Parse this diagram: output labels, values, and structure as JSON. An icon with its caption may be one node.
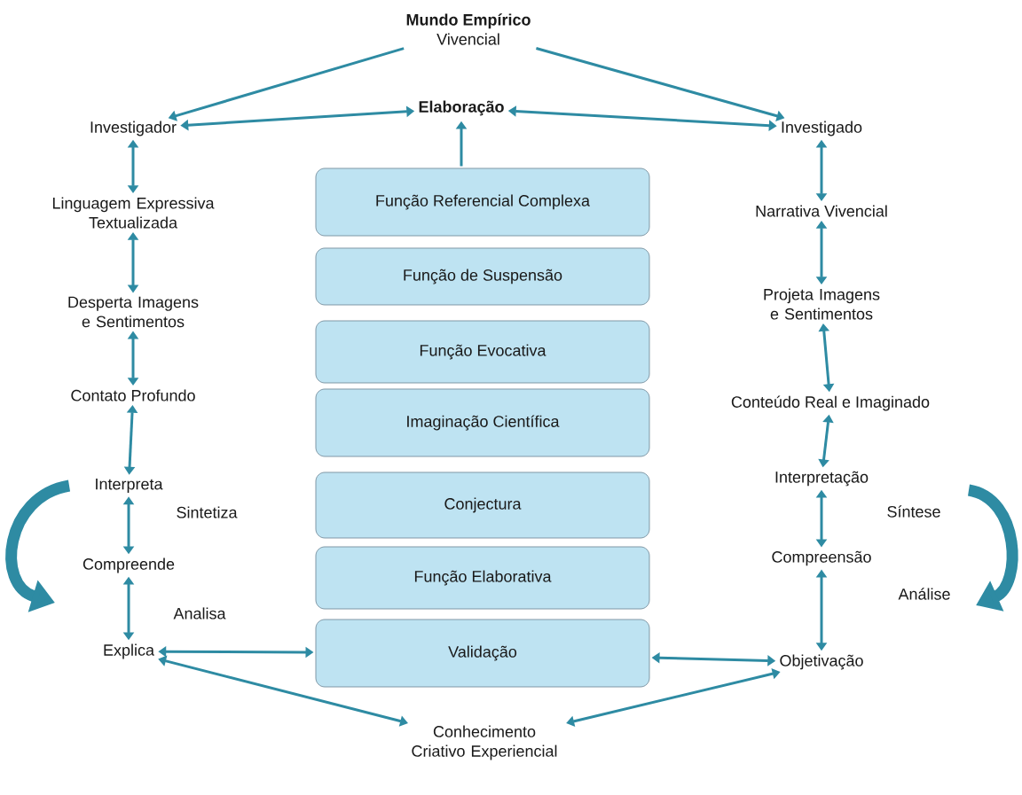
{
  "diagram": {
    "nodes": [
      {
        "text": [
          "Mundo Empírico",
          "Vivencial"
        ]
      },
      {
        "text": [
          "Investigador"
        ]
      },
      {
        "text": [
          "Elaboração"
        ]
      },
      {
        "text": [
          "Investigado"
        ]
      },
      {
        "text": [
          "Linguagem Expressiva Textualizada"
        ]
      },
      {
        "text": [
          "Desperta Imagens e Sentimentos"
        ]
      },
      {
        "text": [
          "Contato Profundo"
        ]
      },
      {
        "text": [
          "Interpreta"
        ]
      },
      {
        "text": [
          "Compreende"
        ]
      },
      {
        "text": [
          "Explica"
        ]
      },
      {
        "text": [
          "Narrativa   Vivencial"
        ]
      },
      {
        "text": [
          "Projeta Imagens e Sentimentos"
        ]
      },
      {
        "text": [
          "Conteúdo Real e Imaginado"
        ]
      },
      {
        "text": [
          "Interpretação"
        ]
      },
      {
        "text": [
          "Compreensão"
        ]
      },
      {
        "text": [
          "Objetivação"
        ]
      },
      {
        "text": [
          "Função Referencial Complexa"
        ]
      },
      {
        "text": [
          "Função de Suspensão"
        ]
      },
      {
        "text": [
          "Função Evocativa"
        ]
      },
      {
        "text": [
          "Imaginação Científica"
        ]
      },
      {
        "text": [
          "Conjectura"
        ]
      },
      {
        "text": [
          "Função Elaborativa"
        ]
      },
      {
        "text": [
          "Validação"
        ]
      },
      {
        "text": [
          "Conhecimento Criativo Experiencial"
        ]
      }
    ],
    "edges": [
      {
        "from": 0,
        "to": 1,
        "arrow": "to"
      },
      {
        "from": 0,
        "to": 3,
        "arrow": "to"
      },
      {
        "from": 1,
        "to": 2,
        "arrow": "both"
      },
      {
        "from": 2,
        "to": 3,
        "arrow": "both"
      },
      {
        "from": 16,
        "to": 2,
        "arrow": "to"
      },
      {
        "from": 1,
        "to": 4,
        "arrow": "both"
      },
      {
        "from": 4,
        "to": 5,
        "arrow": "both"
      },
      {
        "from": 5,
        "to": 6,
        "arrow": "both"
      },
      {
        "from": 6,
        "to": 7,
        "arrow": "both"
      },
      {
        "from": 7,
        "to": 8,
        "arrow": "both"
      },
      {
        "from": 8,
        "to": 9,
        "arrow": "both"
      },
      {
        "from": 3,
        "to": 10,
        "arrow": "both"
      },
      {
        "from": 10,
        "to": 11,
        "arrow": "both"
      },
      {
        "from": 11,
        "to": 12,
        "arrow": "both"
      },
      {
        "from": 12,
        "to": 13,
        "arrow": "both"
      },
      {
        "from": 13,
        "to": 14,
        "arrow": "both"
      },
      {
        "from": 14,
        "to": 15,
        "arrow": "both"
      },
      {
        "from": 9,
        "to": 22,
        "arrow": "both"
      },
      {
        "from": 22,
        "to": 15,
        "arrow": "both"
      },
      {
        "from": 9,
        "to": 23,
        "arrow": "both"
      },
      {
        "from": 15,
        "to": 23,
        "arrow": "both"
      }
    ],
    "labels": [
      "Sintetiza",
      "Analisa",
      "Síntese",
      "Análise"
    ]
  }
}
